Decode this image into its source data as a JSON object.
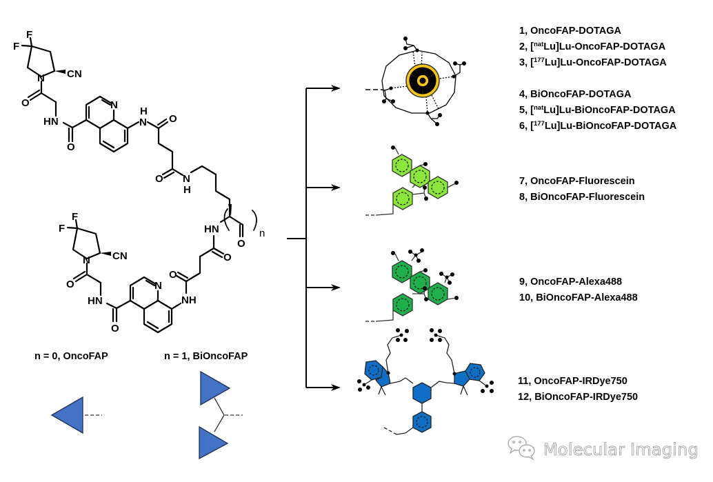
{
  "figure": {
    "description": "OncoFAP / BiOncoFAP conjugate scheme",
    "colors": {
      "ligand_triangle": "#4472C4",
      "radioactive_yellow": "#F5C518",
      "fluorescein_green": "#8CE63C",
      "alexa488_green": "#1FAF4B",
      "irdye750_blue": "#0F6FC6",
      "line": "#000000"
    }
  },
  "structure": {
    "atoms": {
      "F": "F",
      "N": "N",
      "CN": "CN",
      "O": "O",
      "HN": "HN",
      "NH": "NH",
      "H": "H",
      "n": "n"
    },
    "legend": {
      "oncofap": "n = 0, OncoFAP",
      "bioncofap": "n = 1, BiOncoFAP"
    }
  },
  "branches": [
    {
      "id": "dotaga",
      "icon": "radioactive-dotaga-chelator",
      "compounds": [
        {
          "number": "1",
          "pre": "",
          "isotope": "",
          "bracket_metal": "",
          "name": "OncoFAP-DOTAGA"
        },
        {
          "number": "2",
          "pre": "[",
          "isotope": "nat",
          "bracket_metal": "Lu]Lu-",
          "name": "OncoFAP-DOTAGA"
        },
        {
          "number": "3",
          "pre": "[",
          "isotope": "177",
          "bracket_metal": "Lu]Lu-",
          "name": "OncoFAP-DOTAGA"
        },
        {
          "number": "4",
          "pre": "",
          "isotope": "",
          "bracket_metal": "",
          "name": "BiOncoFAP-DOTAGA"
        },
        {
          "number": "5",
          "pre": "[",
          "isotope": "nat",
          "bracket_metal": "Lu]Lu-",
          "name": "BiOncoFAP-DOTAGA"
        },
        {
          "number": "6",
          "pre": "[",
          "isotope": "177",
          "bracket_metal": "Lu]Lu-",
          "name": "BiOncoFAP-DOTAGA"
        }
      ]
    },
    {
      "id": "fluorescein",
      "icon": "fluorescein-dye",
      "compounds": [
        {
          "number": "7",
          "name": "OncoFAP-Fluorescein"
        },
        {
          "number": "8",
          "name": "BiOncoFAP-Fluorescein"
        }
      ]
    },
    {
      "id": "alexa488",
      "icon": "alexa488-dye",
      "compounds": [
        {
          "number": "9",
          "name": "OncoFAP-Alexa488"
        },
        {
          "number": "10",
          "name": "BiOncoFAP-Alexa488"
        }
      ]
    },
    {
      "id": "irdye750",
      "icon": "irdye750-dye",
      "compounds": [
        {
          "number": "11",
          "name": "OncoFAP-IRDye750"
        },
        {
          "number": "12",
          "name": "BiOncoFAP-IRDye750"
        }
      ]
    }
  ],
  "watermark": {
    "icon": "wechat-icon",
    "text": "Molecular Imaging"
  }
}
